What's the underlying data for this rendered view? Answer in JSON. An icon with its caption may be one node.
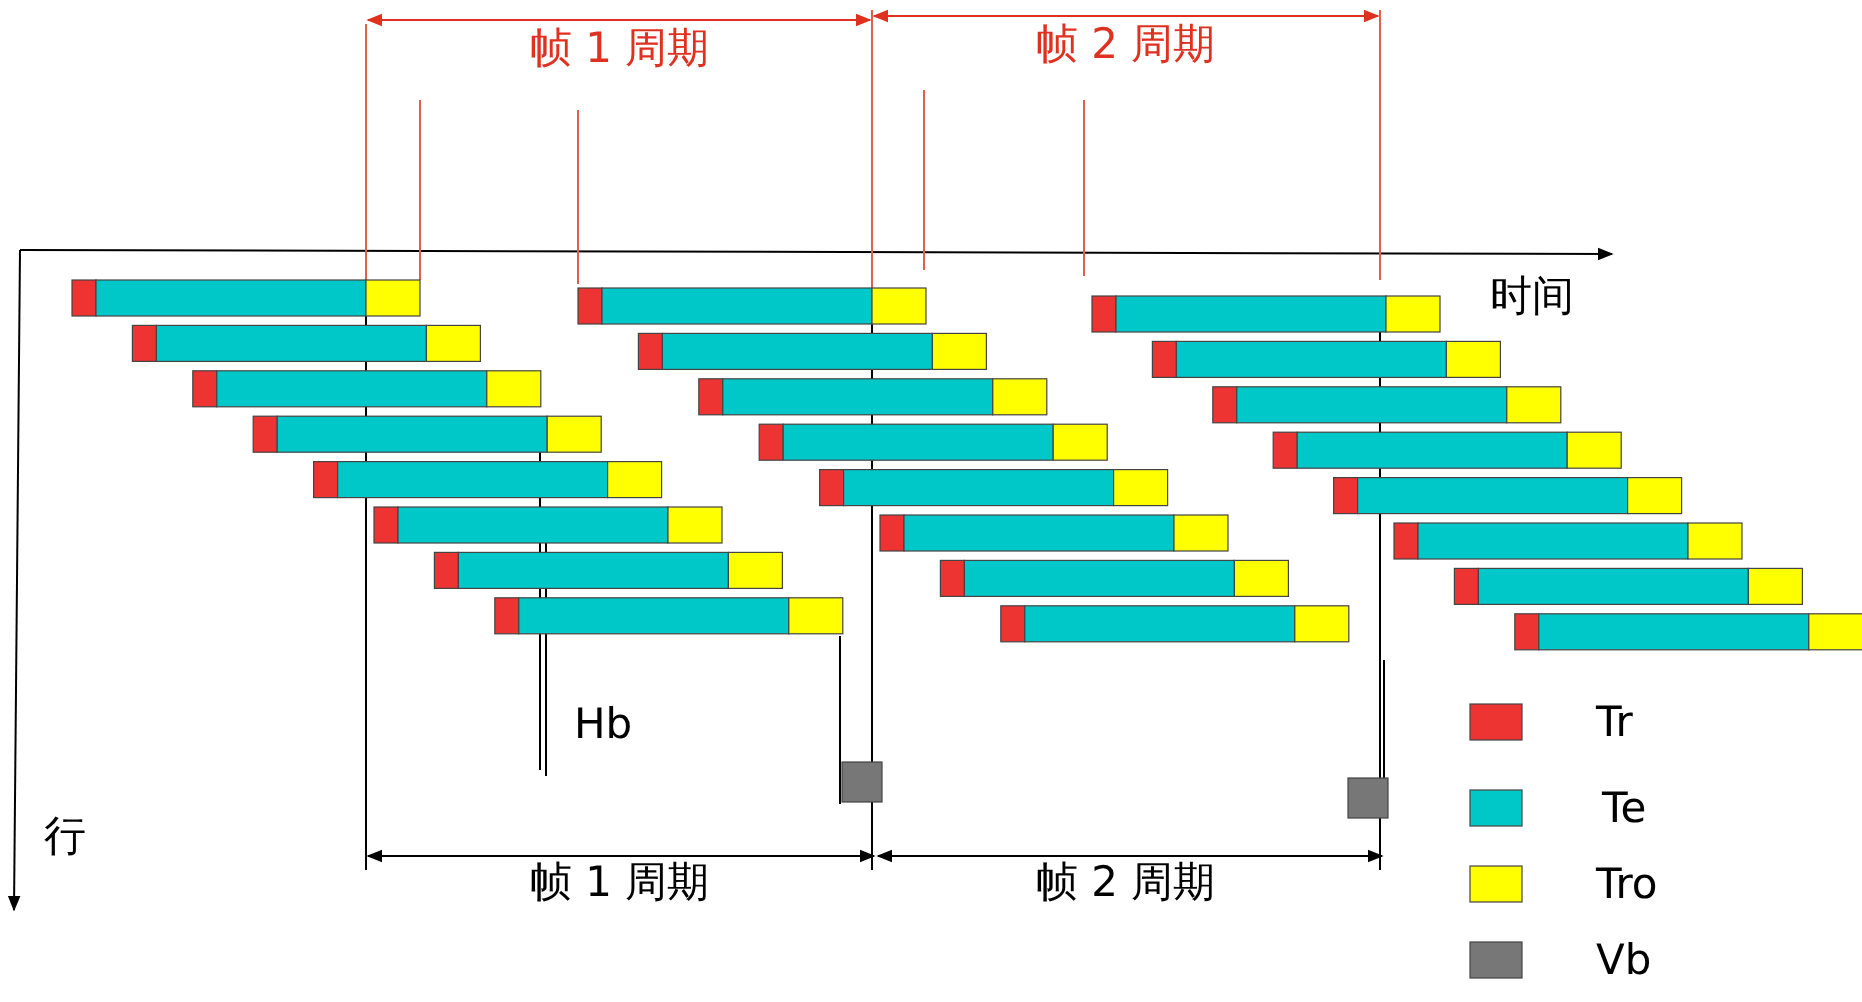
{
  "diagram": {
    "labels": [
      "帧 1 周期",
      "帧 2 周期",
      "时间",
      "Hb",
      "行",
      "帧 1 周期",
      "帧 2 周期"
    ],
    "legend": [
      {
        "text": "Tr",
        "color": "#ee3333"
      },
      {
        "text": "Te",
        "color": "#00c8c8"
      },
      {
        "text": "Tro",
        "color": "#ffff00"
      },
      {
        "text": "Vb",
        "color": "#777777"
      }
    ]
  }
}
